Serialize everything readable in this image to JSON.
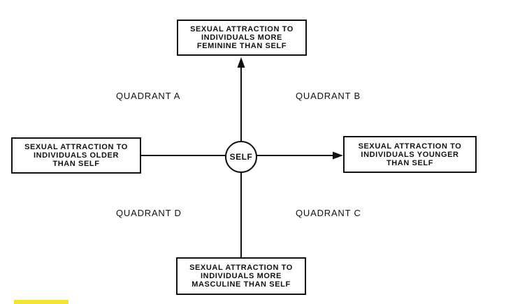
{
  "boxes": {
    "top": "SEXUAL ATTRACTION TO\nINDIVIDUALS MORE\nFEMININE THAN SELF",
    "left": "SEXUAL ATTRACTION TO\nINDIVIDUALS OLDER\nTHAN SELF",
    "right": "SEXUAL ATTRACTION TO\nINDIVIDUALS YOUNGER\nTHAN SELF",
    "bottom": "SEXUAL ATTRACTION TO\nINDIVIDUALS MORE\nMASCULINE THAN SELF"
  },
  "quadrants": {
    "a": "QUADRANT A",
    "b": "QUADRANT B",
    "c": "QUADRANT C",
    "d": "QUADRANT D"
  },
  "center": "SELF",
  "colors": {
    "line": "#111111",
    "highlight": "#f3e23a"
  }
}
